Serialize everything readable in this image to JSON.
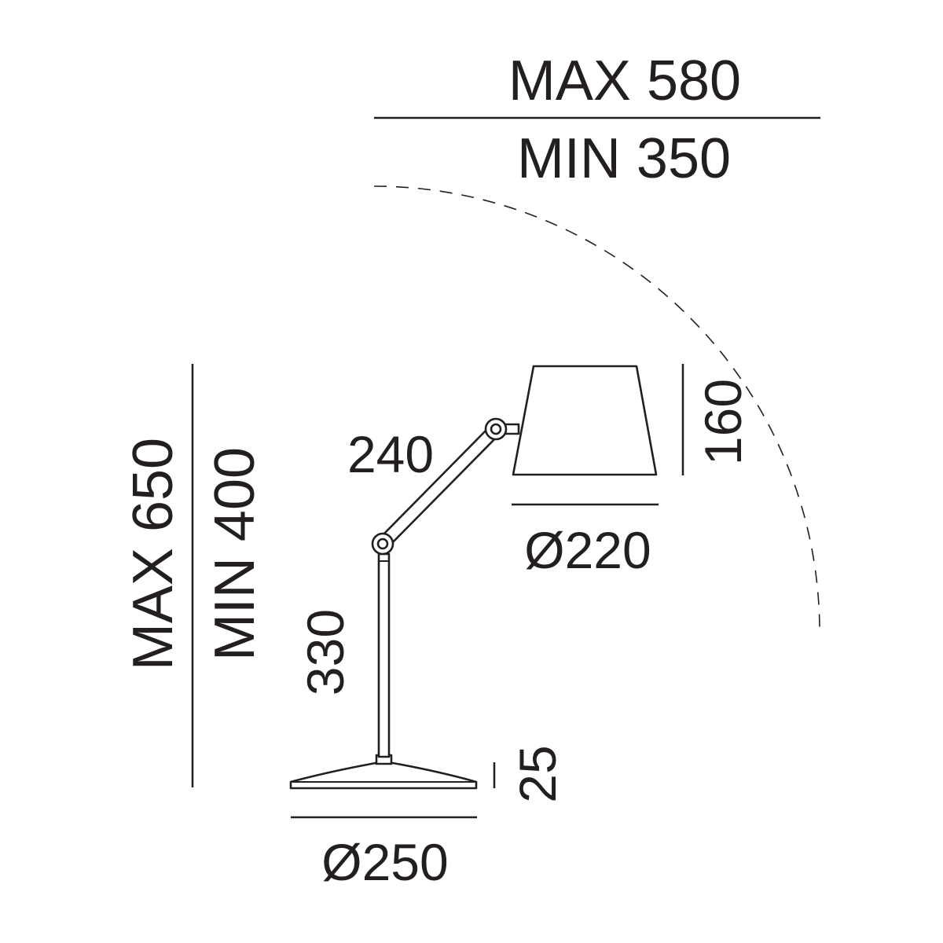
{
  "dimensions": {
    "reach_max": "MAX 580",
    "reach_min": "MIN 350",
    "height_max": "MAX 650",
    "height_min": "MIN 400",
    "upper_arm": "240",
    "lower_arm": "330",
    "shade_height": "160",
    "shade_diameter": "Ø220",
    "base_height": "25",
    "base_diameter": "Ø250"
  },
  "colors": {
    "ink": "#231f20",
    "background": "#ffffff"
  }
}
